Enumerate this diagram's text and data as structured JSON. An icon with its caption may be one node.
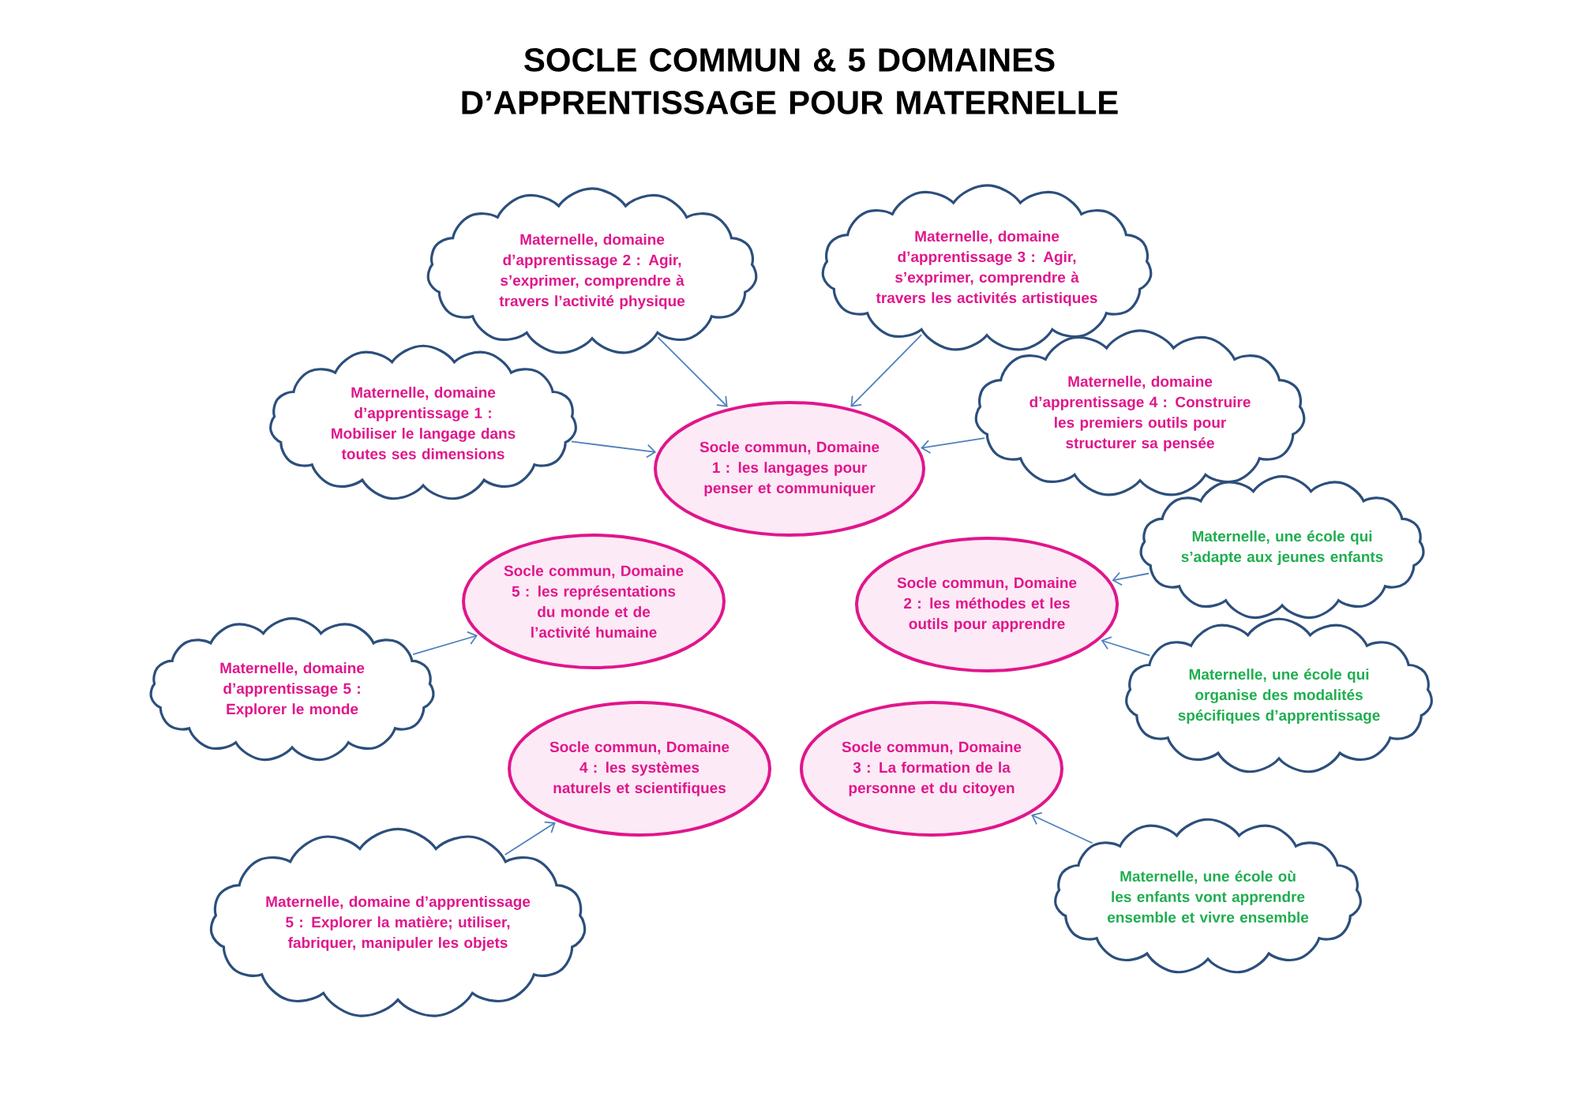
{
  "diagram": {
    "title": "SOCLE COMMUN & 5 DOMAINES D’APPRENTISSAGE POUR MATERNELLE",
    "nodes": [
      {
        "text": [
          "Maternelle, domaine d’apprentissage 2 : Agir, s’exprimer, comprendre à travers l’activité physique"
        ]
      },
      {
        "text": [
          "Maternelle, domaine d’apprentissage 3 : Agir, s’exprimer, comprendre à travers les activités artistiques"
        ]
      },
      {
        "text": [
          "Maternelle, domaine d’apprentissage 1 : Mobiliser le langage dans toutes ses dimensions"
        ]
      },
      {
        "text": [
          "Socle commun, Domaine 1 : les langages pour penser et communiquer"
        ]
      },
      {
        "text": [
          "Maternelle, domaine d’apprentissage 4 : Construire les premiers outils pour structurer sa pensée"
        ]
      },
      {
        "text": [
          "Maternelle, une école qui s’adapte aux jeunes enfants"
        ]
      },
      {
        "text": [
          "Socle commun, Domaine 5 : les représentations du monde et de l’activité humaine"
        ]
      },
      {
        "text": [
          "Socle commun, Domaine 2 : les méthodes et les outils pour apprendre"
        ]
      },
      {
        "text": [
          "Maternelle, domaine d’apprentissage 5 : Explorer le monde"
        ]
      },
      {
        "text": [
          "Maternelle, une école qui organise des modalités spécifiques d’apprentissage"
        ]
      },
      {
        "text": [
          "Socle commun, Domaine 4 : les systèmes naturels et scientifiques"
        ]
      },
      {
        "text": [
          "Socle commun, Domaine 3 : La formation de la personne et du citoyen"
        ]
      },
      {
        "text": [
          "Maternelle, domaine d’apprentissage 5 : Explorer la matière; utiliser, fabriquer, manipuler les objets"
        ]
      },
      {
        "text": [
          "Maternelle, une école où les enfants vont apprendre ensemble et vivre ensemble"
        ]
      }
    ],
    "edges": [
      {
        "from": 0,
        "to": 3,
        "arrow": "to"
      },
      {
        "from": 1,
        "to": 3,
        "arrow": "to"
      },
      {
        "from": 2,
        "to": 3,
        "arrow": "to"
      },
      {
        "from": 4,
        "to": 3,
        "arrow": "to"
      },
      {
        "from": 5,
        "to": 7,
        "arrow": "to"
      },
      {
        "from": 9,
        "to": 7,
        "arrow": "to"
      },
      {
        "from": 8,
        "to": 6,
        "arrow": "to"
      },
      {
        "from": 12,
        "to": 10,
        "arrow": "to"
      },
      {
        "from": 13,
        "to": 11,
        "arrow": "to"
      }
    ]
  }
}
